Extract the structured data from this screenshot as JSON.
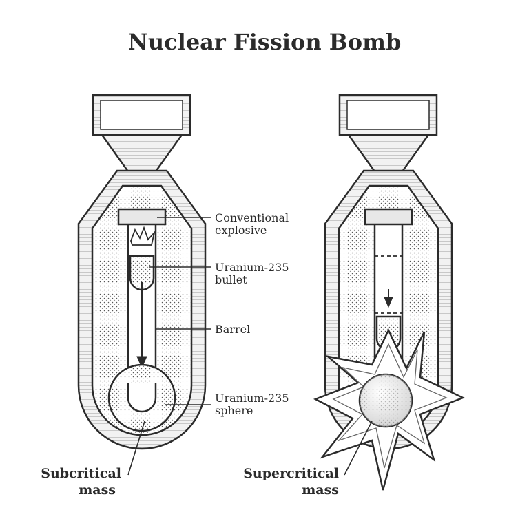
{
  "title": "Nuclear Fission Bomb",
  "labels": {
    "conventional_explosive": [
      "Conventional",
      "explosive"
    ],
    "u235_bullet": [
      "Uranium-235",
      "bullet"
    ],
    "barrel": "Barrel",
    "u235_sphere": [
      "Uranium-235",
      "sphere"
    ],
    "subcritical_mass": [
      "Subcritical",
      "mass"
    ],
    "supercritical_mass": [
      "Supercritical",
      "mass"
    ]
  },
  "colors": {
    "ink": "#2b2b2b",
    "paper": "#ffffff",
    "shade": "#e8e8e8"
  }
}
